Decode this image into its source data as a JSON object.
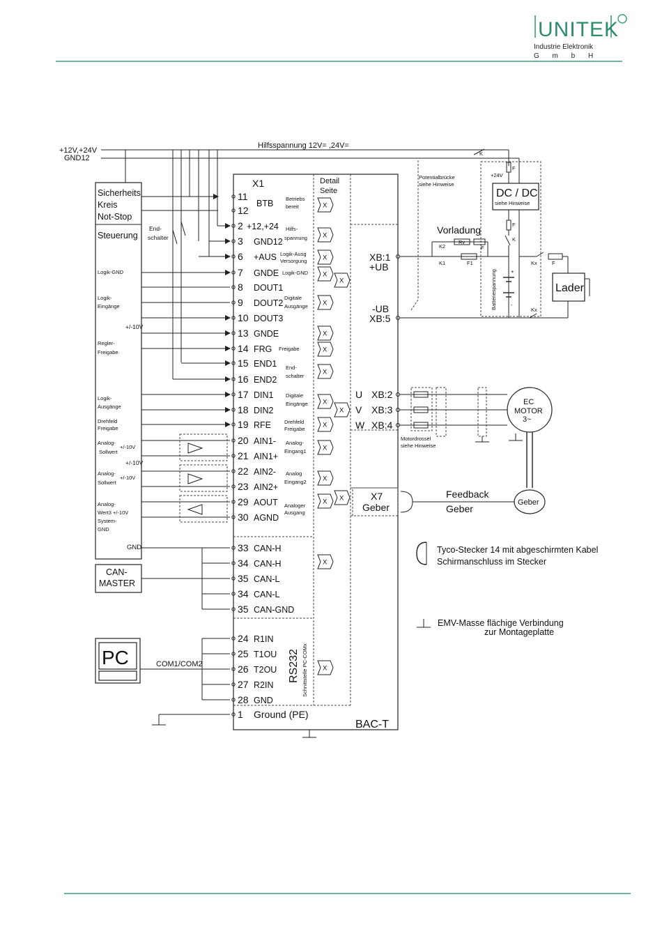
{
  "header": {
    "logo_text": "UNITEK",
    "logo_line2": "Industrie Elektronik",
    "logo_line3": "G   m   b   H"
  },
  "supply": {
    "hilfsspannung": "Hilfsspannung 12V= ,24V=",
    "plus_label": "+12V,+24V",
    "gnd_label": "GND12",
    "k_label": "K"
  },
  "left_panel": {
    "safety": [
      "Sicherheits",
      "Kreis",
      "Not-Stop"
    ],
    "steuerung": "Steuerung",
    "endschalter": [
      "End-",
      "schalter"
    ],
    "items": [
      {
        "lines": [
          "Logik-GND"
        ]
      },
      {
        "lines": [
          "Logik-",
          "Eingänge"
        ]
      },
      {
        "lines": [
          "+/-10V"
        ]
      },
      {
        "lines": [
          "Regler-",
          "Freigabe"
        ]
      },
      {
        "lines": [
          "Logik-",
          "Ausgänge"
        ]
      },
      {
        "lines": [
          "Drehfeld",
          "Freigabe"
        ]
      },
      {
        "lines": [
          "Analog-",
          "Sollwert"
        ]
      },
      {
        "lines": [
          "+/-10V"
        ]
      },
      {
        "lines": [
          "+/-10V"
        ]
      },
      {
        "lines": [
          "Analog-",
          "Sollwert"
        ]
      },
      {
        "lines": [
          "+/-10V"
        ]
      },
      {
        "lines": [
          "Analog-",
          "Wert3 +/-10V",
          "System-",
          "GND"
        ]
      },
      {
        "lines": [
          "GND"
        ]
      }
    ],
    "can_master": [
      "CAN-",
      "MASTER"
    ],
    "pc": "PC",
    "com": "COM1/COM2"
  },
  "x1": {
    "title": "X1",
    "detail": [
      "Detail",
      "Seite"
    ],
    "pins": [
      {
        "num": "11",
        "name": ""
      },
      {
        "num": "12",
        "name": "BTB"
      },
      {
        "num": "2",
        "name": "+12,+24"
      },
      {
        "num": "3",
        "name": "GND12"
      },
      {
        "num": "6",
        "name": "+AUS"
      },
      {
        "num": "7",
        "name": "GNDE"
      },
      {
        "num": "8",
        "name": "DOUT1"
      },
      {
        "num": "9",
        "name": "DOUT2"
      },
      {
        "num": "10",
        "name": "DOUT3"
      },
      {
        "num": "13",
        "name": "GNDE"
      },
      {
        "num": "14",
        "name": "FRG"
      },
      {
        "num": "15",
        "name": "END1"
      },
      {
        "num": "16",
        "name": "END2"
      },
      {
        "num": "17",
        "name": "DIN1"
      },
      {
        "num": "18",
        "name": "DIN2"
      },
      {
        "num": "19",
        "name": "RFE"
      },
      {
        "num": "20",
        "name": "AIN1-"
      },
      {
        "num": "21",
        "name": "AIN1+"
      },
      {
        "num": "22",
        "name": "AIN2-"
      },
      {
        "num": "23",
        "name": "AIN2+"
      },
      {
        "num": "29",
        "name": "AOUT"
      },
      {
        "num": "30",
        "name": "AGND"
      },
      {
        "num": "33",
        "name": "CAN-H"
      },
      {
        "num": "34",
        "name": "CAN-H"
      },
      {
        "num": "35",
        "name": "CAN-L"
      },
      {
        "num": "34",
        "name": "CAN-L"
      },
      {
        "num": "35",
        "name": "CAN-GND"
      },
      {
        "num": "24",
        "name": "R1IN"
      },
      {
        "num": "25",
        "name": "T1OU"
      },
      {
        "num": "26",
        "name": "T2OU"
      },
      {
        "num": "27",
        "name": "R2IN"
      },
      {
        "num": "28",
        "name": "GND"
      },
      {
        "num": "1",
        "name": "Ground (PE)"
      }
    ],
    "groups": [
      {
        "lines": [
          "Betriebs",
          "bereit"
        ]
      },
      {
        "lines": [
          "Hilfs-",
          "spannung"
        ]
      },
      {
        "lines": [
          "Logik-Ausg",
          "Versorgung"
        ]
      },
      {
        "lines": [
          "Logik-GND"
        ]
      },
      {
        "lines": [
          "Digitale",
          "Ausgänge"
        ]
      },
      {
        "lines": [
          "Freigabe"
        ]
      },
      {
        "lines": [
          "End-",
          "schalter"
        ]
      },
      {
        "lines": [
          "Digitale",
          "Eingänge"
        ]
      },
      {
        "lines": [
          "Drehfeld",
          "Freigabe"
        ]
      },
      {
        "lines": [
          "Analog-",
          "Eingang1"
        ]
      },
      {
        "lines": [
          "Analog",
          "Eingang2"
        ]
      },
      {
        "lines": [
          "Analoger",
          "Ausgang"
        ]
      }
    ],
    "rs232": "RS232",
    "rs232_sub": "Schnittstelle PC-COMx",
    "x_mark": "X",
    "device_name": "BAC-T"
  },
  "power": {
    "xb1": "XB:1",
    "plus_ub": "+UB",
    "minus_ub": "-UB",
    "xb5": "XB:5",
    "potential": [
      "Potentialbrücke",
      "siehe Hinweise"
    ],
    "plus24": "+24V",
    "f": "F",
    "dcdc": "DC / DC",
    "dcdc_sub": "siehe Hinweise",
    "vorladung": "Vorladung",
    "k2": "K2",
    "rv": "Rv",
    "k1": "K1",
    "f1": "F1",
    "batterie": "Batteriespannung",
    "kx": "Kx",
    "lader": "Lader",
    "plus": "+",
    "minus": "-"
  },
  "motor": {
    "u": "U",
    "v": "V",
    "w": "W",
    "xb2": "XB:2",
    "xb3": "XB:3",
    "xb4": "XB:4",
    "drossel": [
      "Motordrossel",
      "siehe Hinweise"
    ],
    "ec": "EC",
    "motor": "MOTOR",
    "three": "3~",
    "x7": "X7",
    "geber": "Geber",
    "feedback": "Feedback",
    "geber_label": "Geber",
    "geber_circle": "Geber"
  },
  "legend": {
    "tyco": "Tyco-Stecker 14 mit abgeschirmten Kabel",
    "schirm": "Schirmanschluss im Stecker",
    "emv": "EMV-Masse  flächige Verbindung",
    "emv2": "zur Montageplatte"
  },
  "colors": {
    "accent": "#3d9a7e"
  }
}
